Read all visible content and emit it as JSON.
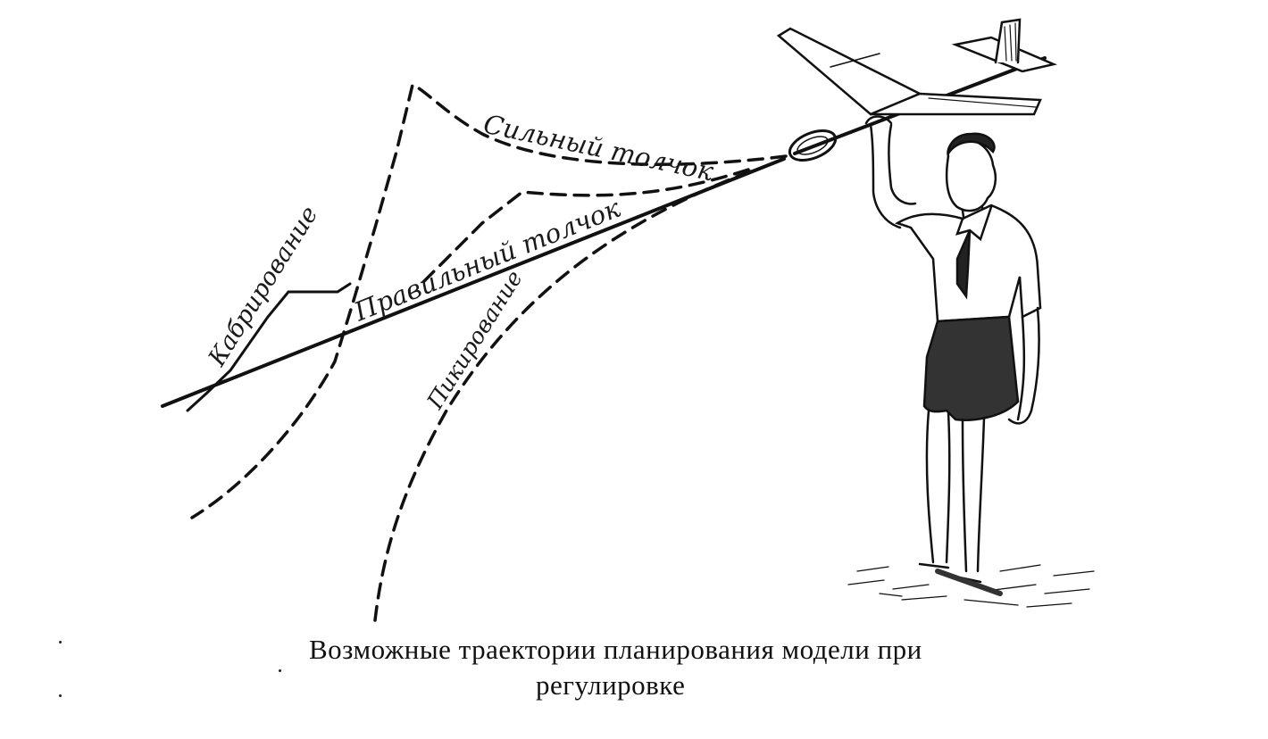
{
  "trajectories": [
    {
      "id": "strong",
      "label": "Сильный толчок"
    },
    {
      "id": "correct",
      "label": "Правильный толчок"
    },
    {
      "id": "stall",
      "label": "Кабрирование"
    },
    {
      "id": "dive",
      "label": "Пикирование"
    }
  ],
  "caption": {
    "line1": "Возможные траектории планирования модели при",
    "line2": "регулировке"
  },
  "colors": {
    "ink": "#111111",
    "paper": "#ffffff"
  }
}
